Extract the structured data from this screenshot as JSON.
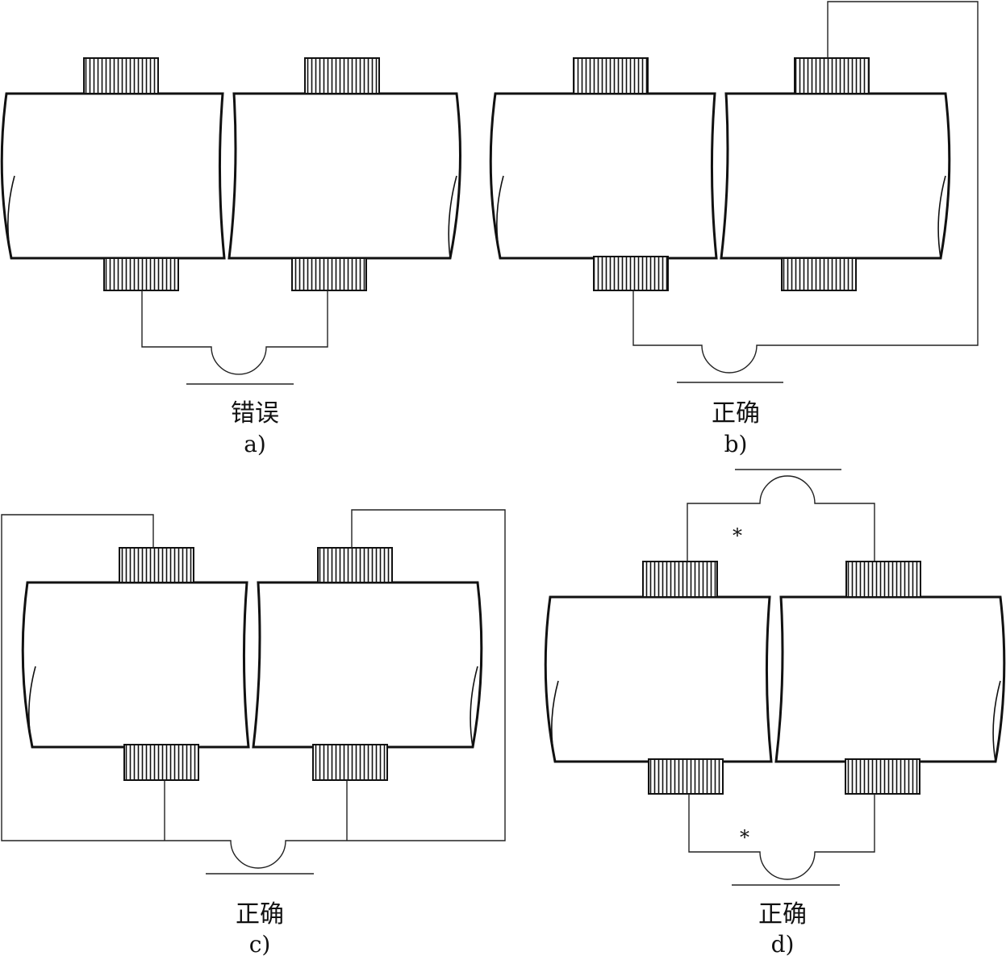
{
  "panels": [
    {
      "id": "a",
      "caption": "错误",
      "label": "a)"
    },
    {
      "id": "b",
      "caption": "正确",
      "label": "b)"
    },
    {
      "id": "c",
      "caption": "正确",
      "label": "c)"
    },
    {
      "id": "d",
      "caption": "正确",
      "label": "d)",
      "marks": [
        "*",
        "*"
      ]
    }
  ]
}
